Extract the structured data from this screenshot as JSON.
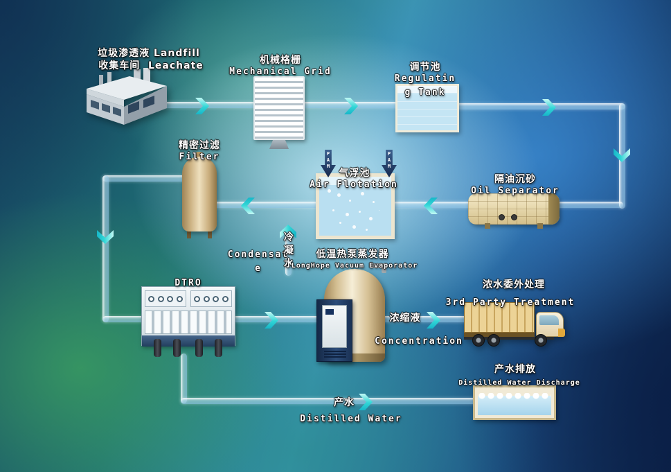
{
  "nodes": {
    "landfill": {
      "line1": "垃圾渗透液 Landfill",
      "line2": "收集车间  Leachate"
    },
    "mechanical_grid": {
      "zh": "机械格栅",
      "en": "Mechanical Grid"
    },
    "regulating_tank": {
      "zh": "调节池",
      "en": "Regulating Tank"
    },
    "oil_separator": {
      "zh": "隔油沉砂",
      "en": "Oil Separator"
    },
    "air_flotation": {
      "zh": "气浮池",
      "en": "Air Flotation",
      "dosing": "PAM"
    },
    "precision_filter": {
      "zh": "精密过滤",
      "en": "Filter"
    },
    "condensate": {
      "zh": "冷凝水",
      "en": "Condensate"
    },
    "dtro": {
      "en": "DTRO"
    },
    "evaporator": {
      "zh": "低温热泵蒸发器",
      "en": "LongHope Vacuum Evaporator"
    },
    "concentration": {
      "zh": "浓缩液",
      "en": "Concentration"
    },
    "third_party": {
      "zh": "浓水委外处理",
      "en": "3rd Party Treatment"
    },
    "discharge": {
      "zh": "产水排放",
      "en": "Distilled Water Discharge"
    },
    "distilled_water": {
      "zh": "产水",
      "en": "Distilled Water"
    }
  },
  "colors": {
    "flow_arrow": "#2ed3d3",
    "pipe": "#d8edf8",
    "pam_arrow": "#1b3a66",
    "vessel_tan": "#d8c69a",
    "water_blue": "#bfe2f2"
  }
}
